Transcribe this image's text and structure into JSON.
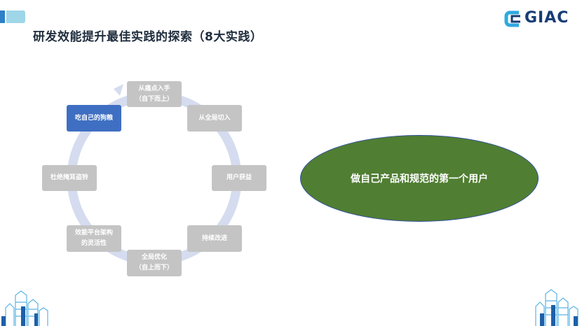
{
  "header": {
    "title": "研发效能提升最佳实践的探索（8大实践）",
    "logo_text": "GIAC"
  },
  "cycle": {
    "nodes": [
      {
        "id": "pain-point",
        "line1": "从痛点入手",
        "line2": "（自下而上）",
        "active": false
      },
      {
        "id": "global-cut",
        "line1": "从全局切入",
        "line2": "",
        "active": false
      },
      {
        "id": "user-gain",
        "line1": "用户获益",
        "line2": "",
        "active": false
      },
      {
        "id": "continuous",
        "line1": "持续改进",
        "line2": "",
        "active": false
      },
      {
        "id": "global-opt",
        "line1": "全局优化",
        "line2": "（自上而下）",
        "active": false
      },
      {
        "id": "flexibility",
        "line1": "效能平台架构",
        "line2": "的灵活性",
        "active": false
      },
      {
        "id": "no-deceive",
        "line1": "杜绝掩耳盗铃",
        "line2": "",
        "active": false
      },
      {
        "id": "dogfood",
        "line1": "吃自己的狗粮",
        "line2": "",
        "active": true
      }
    ],
    "colors": {
      "node": "#c4c4c4",
      "active": "#3f6fc2",
      "ring": "#d5dcef"
    }
  },
  "callout": {
    "text": "做自己产品和规范的第一个用户",
    "fill": "#507e32"
  }
}
